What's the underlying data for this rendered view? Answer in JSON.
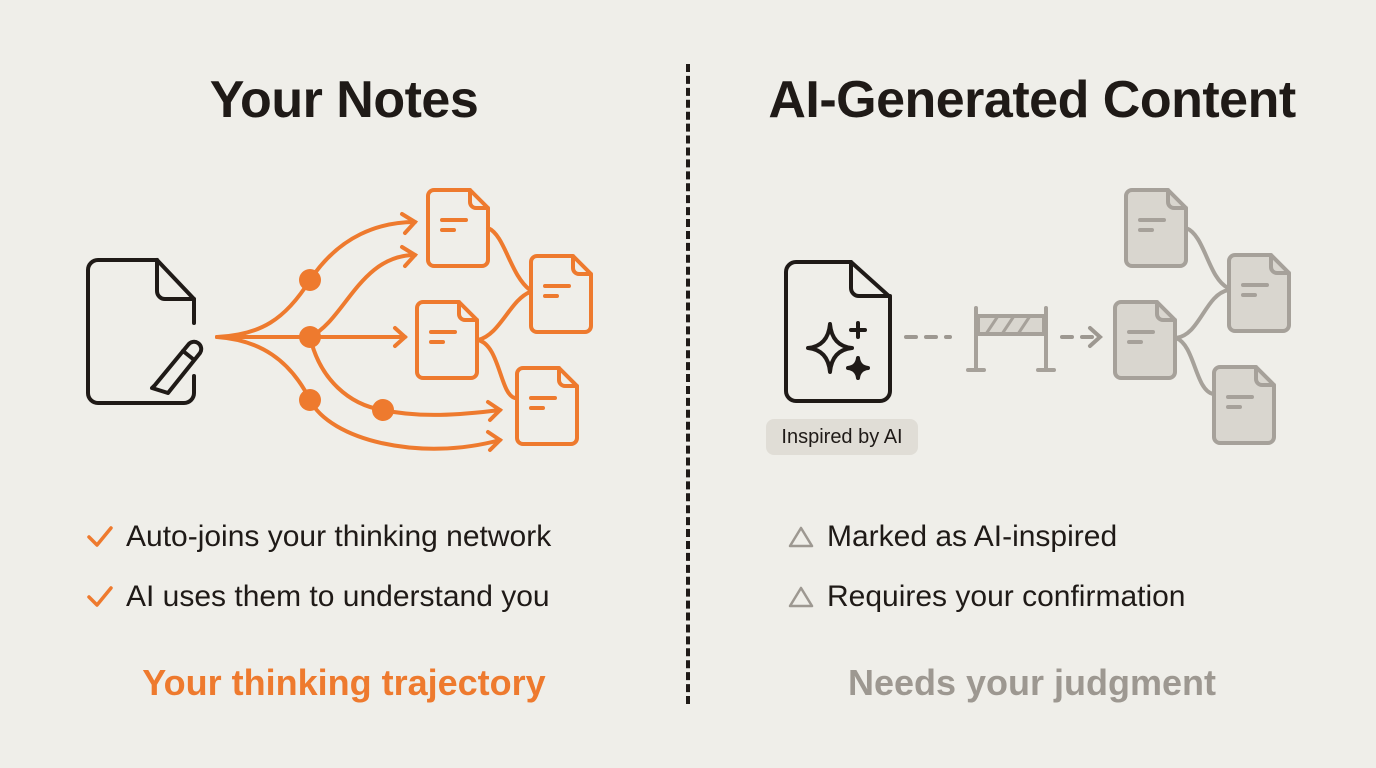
{
  "left": {
    "title": "Your Notes",
    "bullets": [
      {
        "icon": "check-icon",
        "text": "Auto-joins your thinking network"
      },
      {
        "icon": "check-icon",
        "text": "AI uses them to understand you"
      }
    ],
    "tagline": "Your thinking trajectory"
  },
  "right": {
    "title": "AI-Generated Content",
    "badge": "Inspired by AI",
    "bullets": [
      {
        "icon": "warning-triangle-icon",
        "text": "Marked as AI-inspired"
      },
      {
        "icon": "warning-triangle-icon",
        "text": "Requires your confirmation"
      }
    ],
    "tagline": "Needs your judgment"
  },
  "colors": {
    "accent": "#ee7a2e",
    "ink": "#1f1a17",
    "muted": "#9d9891",
    "muted_fill": "#d9d6cf",
    "background": "#efeee9"
  }
}
